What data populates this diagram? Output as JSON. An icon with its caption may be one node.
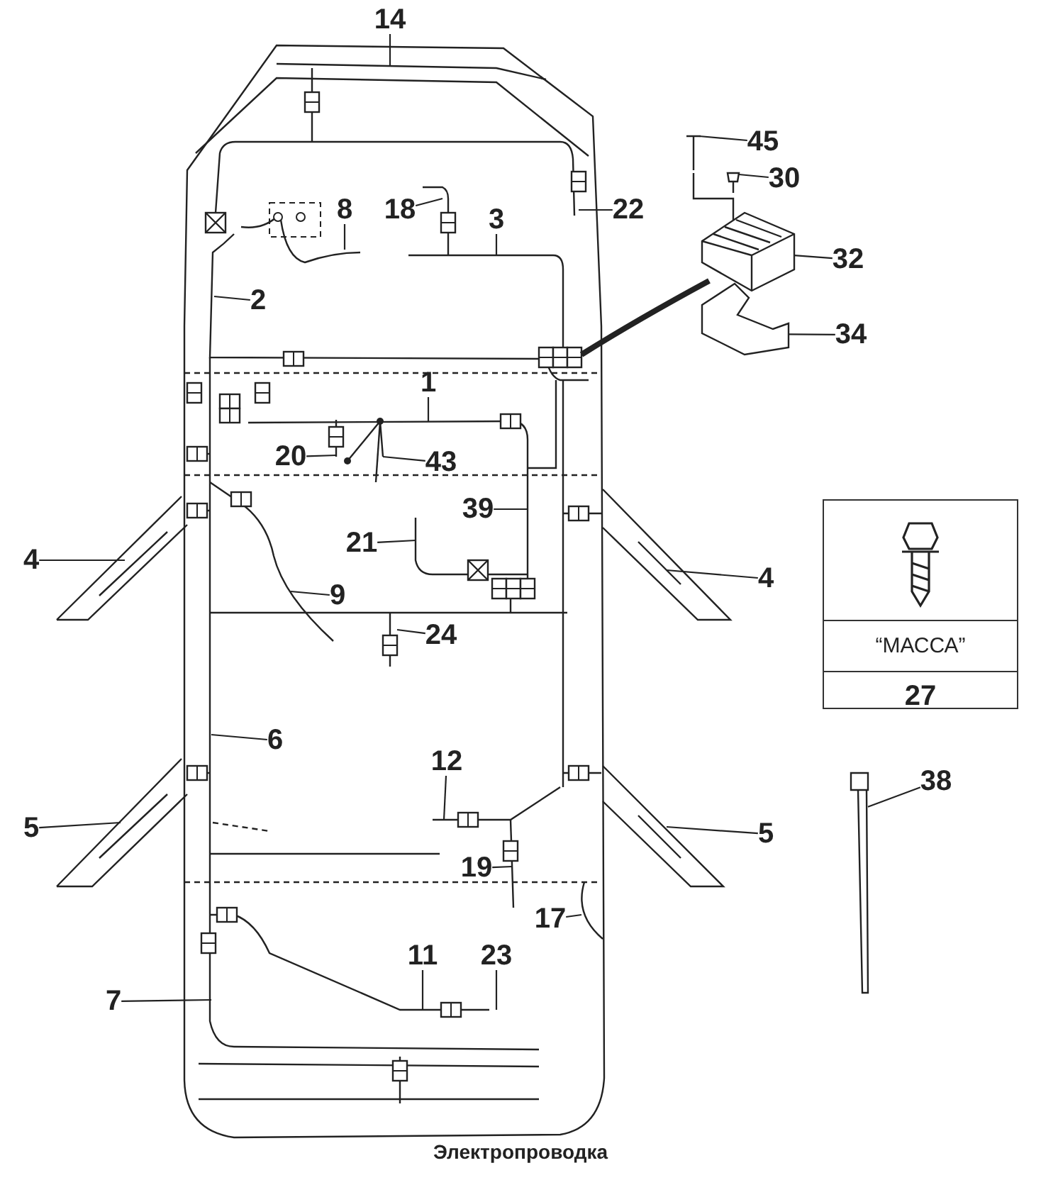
{
  "diagram": {
    "caption": "Электропроводка",
    "nodes": [
      {
        "text": [
          "14"
        ]
      },
      {
        "text": [
          "45"
        ]
      },
      {
        "text": [
          "30"
        ]
      },
      {
        "text": [
          "18"
        ]
      },
      {
        "text": [
          "8"
        ]
      },
      {
        "text": [
          "3"
        ]
      },
      {
        "text": [
          "22"
        ]
      },
      {
        "text": [
          "32"
        ]
      },
      {
        "text": [
          "2"
        ]
      },
      {
        "text": [
          "34"
        ]
      },
      {
        "text": [
          "1"
        ]
      },
      {
        "text": [
          "20"
        ]
      },
      {
        "text": [
          "43"
        ]
      },
      {
        "text": [
          "“МАССА”",
          "27"
        ]
      },
      {
        "text": [
          "39"
        ]
      },
      {
        "text": [
          "21"
        ]
      },
      {
        "text": [
          "4"
        ]
      },
      {
        "text": [
          "4"
        ]
      },
      {
        "text": [
          "9"
        ]
      },
      {
        "text": [
          "24"
        ]
      },
      {
        "text": [
          "6"
        ]
      },
      {
        "text": [
          "12"
        ]
      },
      {
        "text": [
          "38"
        ]
      },
      {
        "text": [
          "5"
        ]
      },
      {
        "text": [
          "5"
        ]
      },
      {
        "text": [
          "19"
        ]
      },
      {
        "text": [
          "17"
        ]
      },
      {
        "text": [
          "11"
        ]
      },
      {
        "text": [
          "23"
        ]
      },
      {
        "text": [
          "7"
        ]
      },
      {
        "text": [],
        "shape": "picture"
      },
      {
        "text": [],
        "shape": "picture"
      },
      {
        "text": [],
        "shape": "picture"
      },
      {
        "text": [],
        "shape": "picture"
      },
      {
        "text": [],
        "shape": "picture"
      }
    ],
    "edges": [
      {
        "from": 0,
        "to": null,
        "arrow": "none"
      },
      {
        "from": 1,
        "to": 30,
        "arrow": "none"
      },
      {
        "from": 2,
        "to": 31,
        "arrow": "none"
      },
      {
        "from": 3,
        "to": null,
        "arrow": "none"
      },
      {
        "from": 4,
        "to": null,
        "arrow": "none"
      },
      {
        "from": 5,
        "to": null,
        "arrow": "none"
      },
      {
        "from": 6,
        "to": null,
        "arrow": "none"
      },
      {
        "from": 7,
        "to": 32,
        "arrow": "none"
      },
      {
        "from": 8,
        "to": null,
        "arrow": "none"
      },
      {
        "from": 9,
        "to": 33,
        "arrow": "none"
      },
      {
        "from": 10,
        "to": null,
        "arrow": "none"
      },
      {
        "from": 11,
        "to": null,
        "arrow": "none"
      },
      {
        "from": 12,
        "to": null,
        "arrow": "none"
      },
      {
        "from": 14,
        "to": null,
        "arrow": "none"
      },
      {
        "from": 15,
        "to": null,
        "arrow": "none"
      },
      {
        "from": 16,
        "to": null,
        "arrow": "none"
      },
      {
        "from": 17,
        "to": null,
        "arrow": "none"
      },
      {
        "from": 18,
        "to": null,
        "arrow": "none"
      },
      {
        "from": 19,
        "to": null,
        "arrow": "none"
      },
      {
        "from": 20,
        "to": null,
        "arrow": "none"
      },
      {
        "from": 21,
        "to": null,
        "arrow": "none"
      },
      {
        "from": 22,
        "to": 34,
        "arrow": "none"
      },
      {
        "from": 23,
        "to": null,
        "arrow": "none"
      },
      {
        "from": 24,
        "to": null,
        "arrow": "none"
      },
      {
        "from": 25,
        "to": null,
        "arrow": "none"
      },
      {
        "from": 26,
        "to": null,
        "arrow": "none"
      },
      {
        "from": 27,
        "to": null,
        "arrow": "none"
      },
      {
        "from": 28,
        "to": null,
        "arrow": "none"
      },
      {
        "from": 29,
        "to": null,
        "arrow": "none"
      }
    ]
  }
}
